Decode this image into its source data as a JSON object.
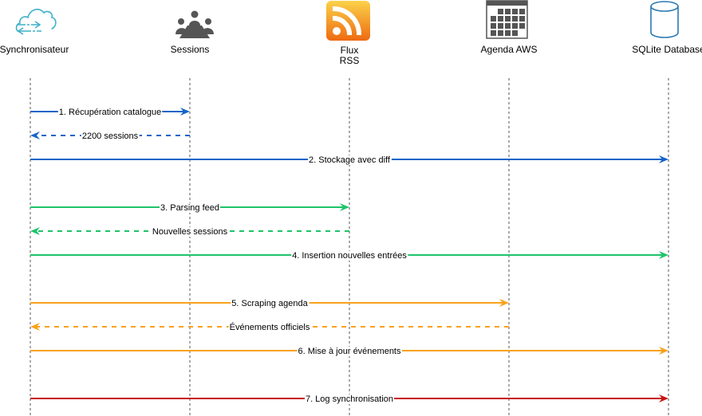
{
  "diagram": {
    "type": "sequence",
    "actors": [
      {
        "id": "sync",
        "label": [
          "Synchronisateur"
        ],
        "icon": "cloud-sync-icon"
      },
      {
        "id": "sessions",
        "label": [
          "Sessions"
        ],
        "icon": "meeting-group-icon"
      },
      {
        "id": "rss",
        "label": [
          "Flux",
          "RSS"
        ],
        "icon": "rss-feed-icon"
      },
      {
        "id": "agenda",
        "label": [
          "Agenda AWS"
        ],
        "icon": "calendar-icon"
      },
      {
        "id": "db",
        "label": [
          "SQLite Database"
        ],
        "icon": "database-cylinder-icon"
      }
    ],
    "colors": {
      "blue": "#1565c8",
      "green": "#1ec46a",
      "orange": "#f8a21c",
      "red": "#c81414",
      "lifeline": "#555555",
      "sync_icon": "#3fb0c9",
      "sessions_icon": "#555555",
      "calendar_icon": "#555555",
      "db_icon": "#2a7ab0",
      "rss_top": "#fbd24a",
      "rss_bottom": "#ee6a10"
    },
    "messages": [
      {
        "from": "sync",
        "to": "sessions",
        "label": "1. Récupération catalogue",
        "style": "solid",
        "color": "blue"
      },
      {
        "from": "sessions",
        "to": "sync",
        "label": "2200 sessions",
        "style": "dashed",
        "color": "blue"
      },
      {
        "from": "sync",
        "to": "db",
        "label": "2. Stockage avec diff",
        "style": "solid",
        "color": "blue"
      },
      {
        "gap": true
      },
      {
        "from": "sync",
        "to": "rss",
        "label": "3. Parsing feed",
        "style": "solid",
        "color": "green"
      },
      {
        "from": "rss",
        "to": "sync",
        "label": "Nouvelles sessions",
        "style": "dashed",
        "color": "green"
      },
      {
        "from": "sync",
        "to": "db",
        "label": "4. Insertion nouvelles entrées",
        "style": "solid",
        "color": "green"
      },
      {
        "gap": true
      },
      {
        "from": "sync",
        "to": "agenda",
        "label": "5. Scraping agenda",
        "style": "solid",
        "color": "orange"
      },
      {
        "from": "agenda",
        "to": "sync",
        "label": "Événements officiels",
        "style": "dashed",
        "color": "orange"
      },
      {
        "from": "sync",
        "to": "db",
        "label": "6. Mise à jour événements",
        "style": "solid",
        "color": "orange"
      },
      {
        "gap": true
      },
      {
        "from": "sync",
        "to": "db",
        "label": "7. Log synchronisation",
        "style": "solid",
        "color": "red"
      }
    ]
  }
}
